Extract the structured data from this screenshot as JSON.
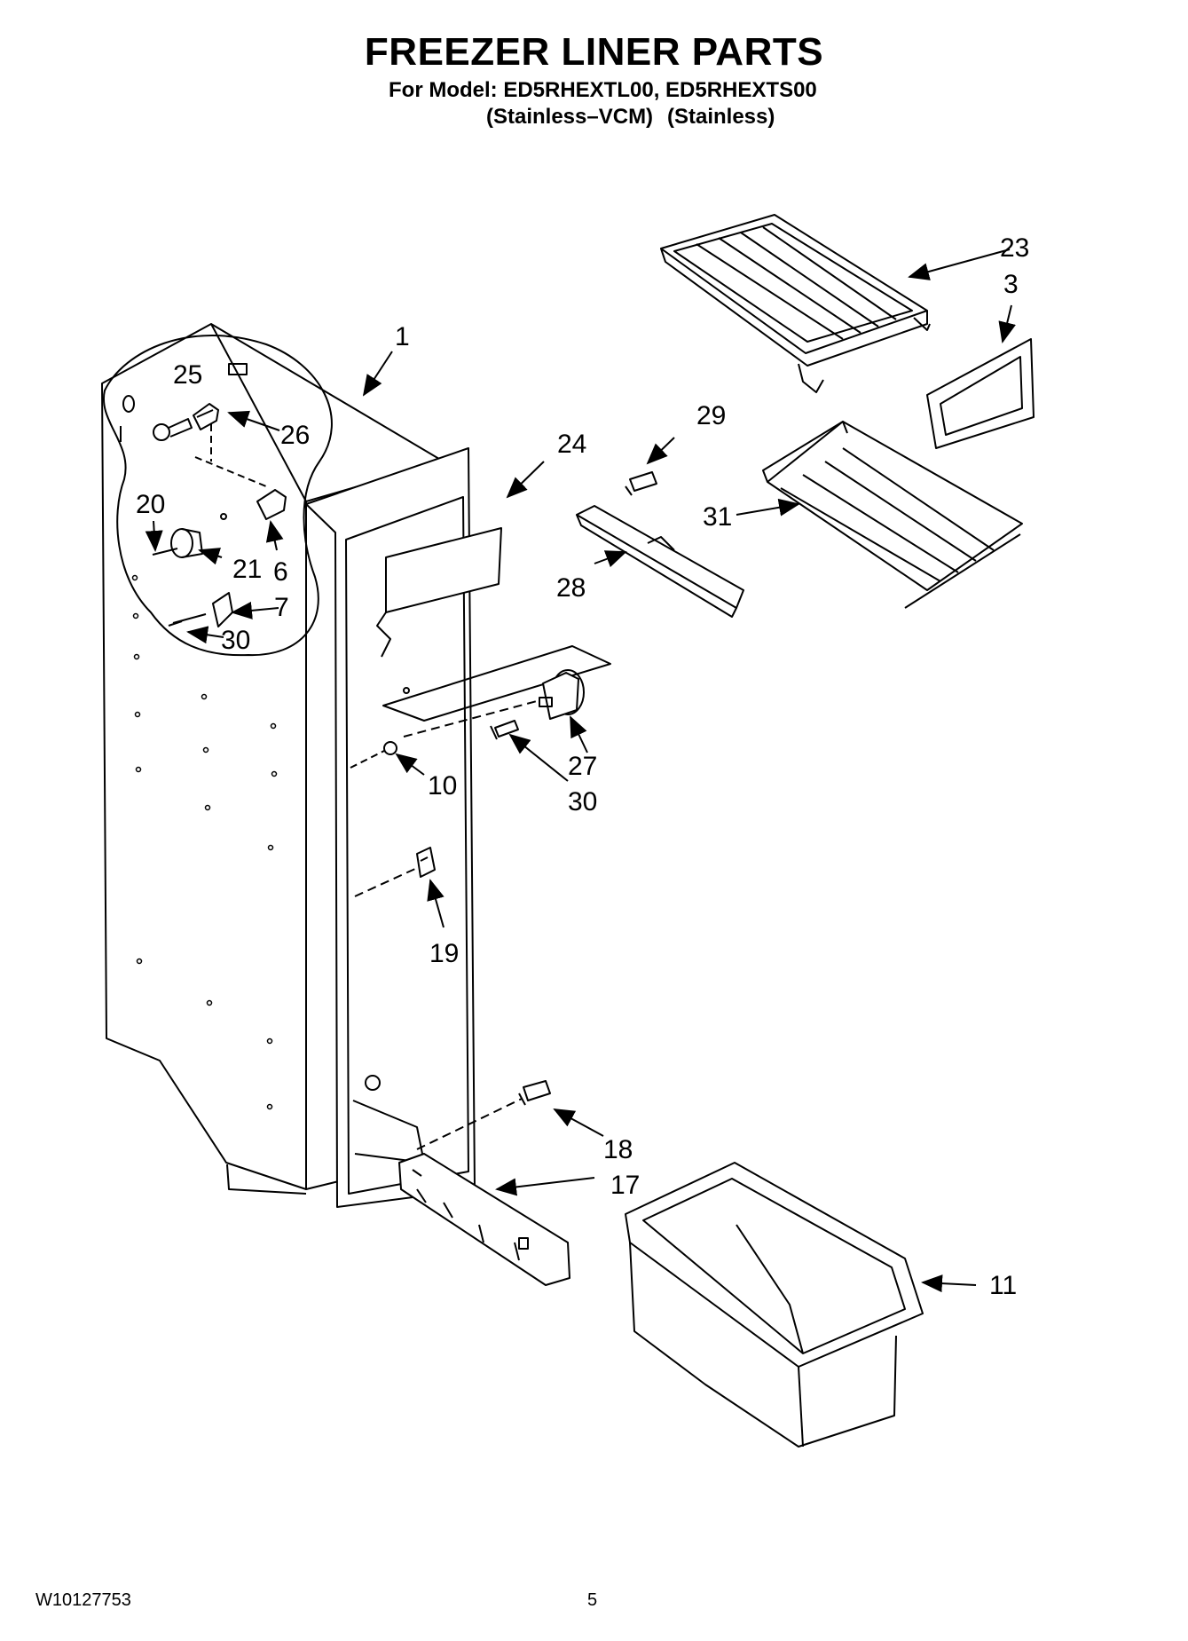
{
  "header": {
    "title": "FREEZER LINER PARTS",
    "model_line": "For Model: ED5RHEXTL00, ED5RHEXTS00",
    "variant_1": "(Stainless–VCM)",
    "variant_2": "(Stainless)"
  },
  "callouts": {
    "c1": "1",
    "c3": "3",
    "c6": "6",
    "c7": "7",
    "c10": "10",
    "c11": "11",
    "c17": "17",
    "c18": "18",
    "c19": "19",
    "c20": "20",
    "c21": "21",
    "c23": "23",
    "c24": "24",
    "c25": "25",
    "c26": "26",
    "c27": "27",
    "c28": "28",
    "c29": "29",
    "c30a": "30",
    "c30b": "30",
    "c31": "31"
  },
  "footer": {
    "doc_number": "W10127753",
    "page_number": "5"
  }
}
